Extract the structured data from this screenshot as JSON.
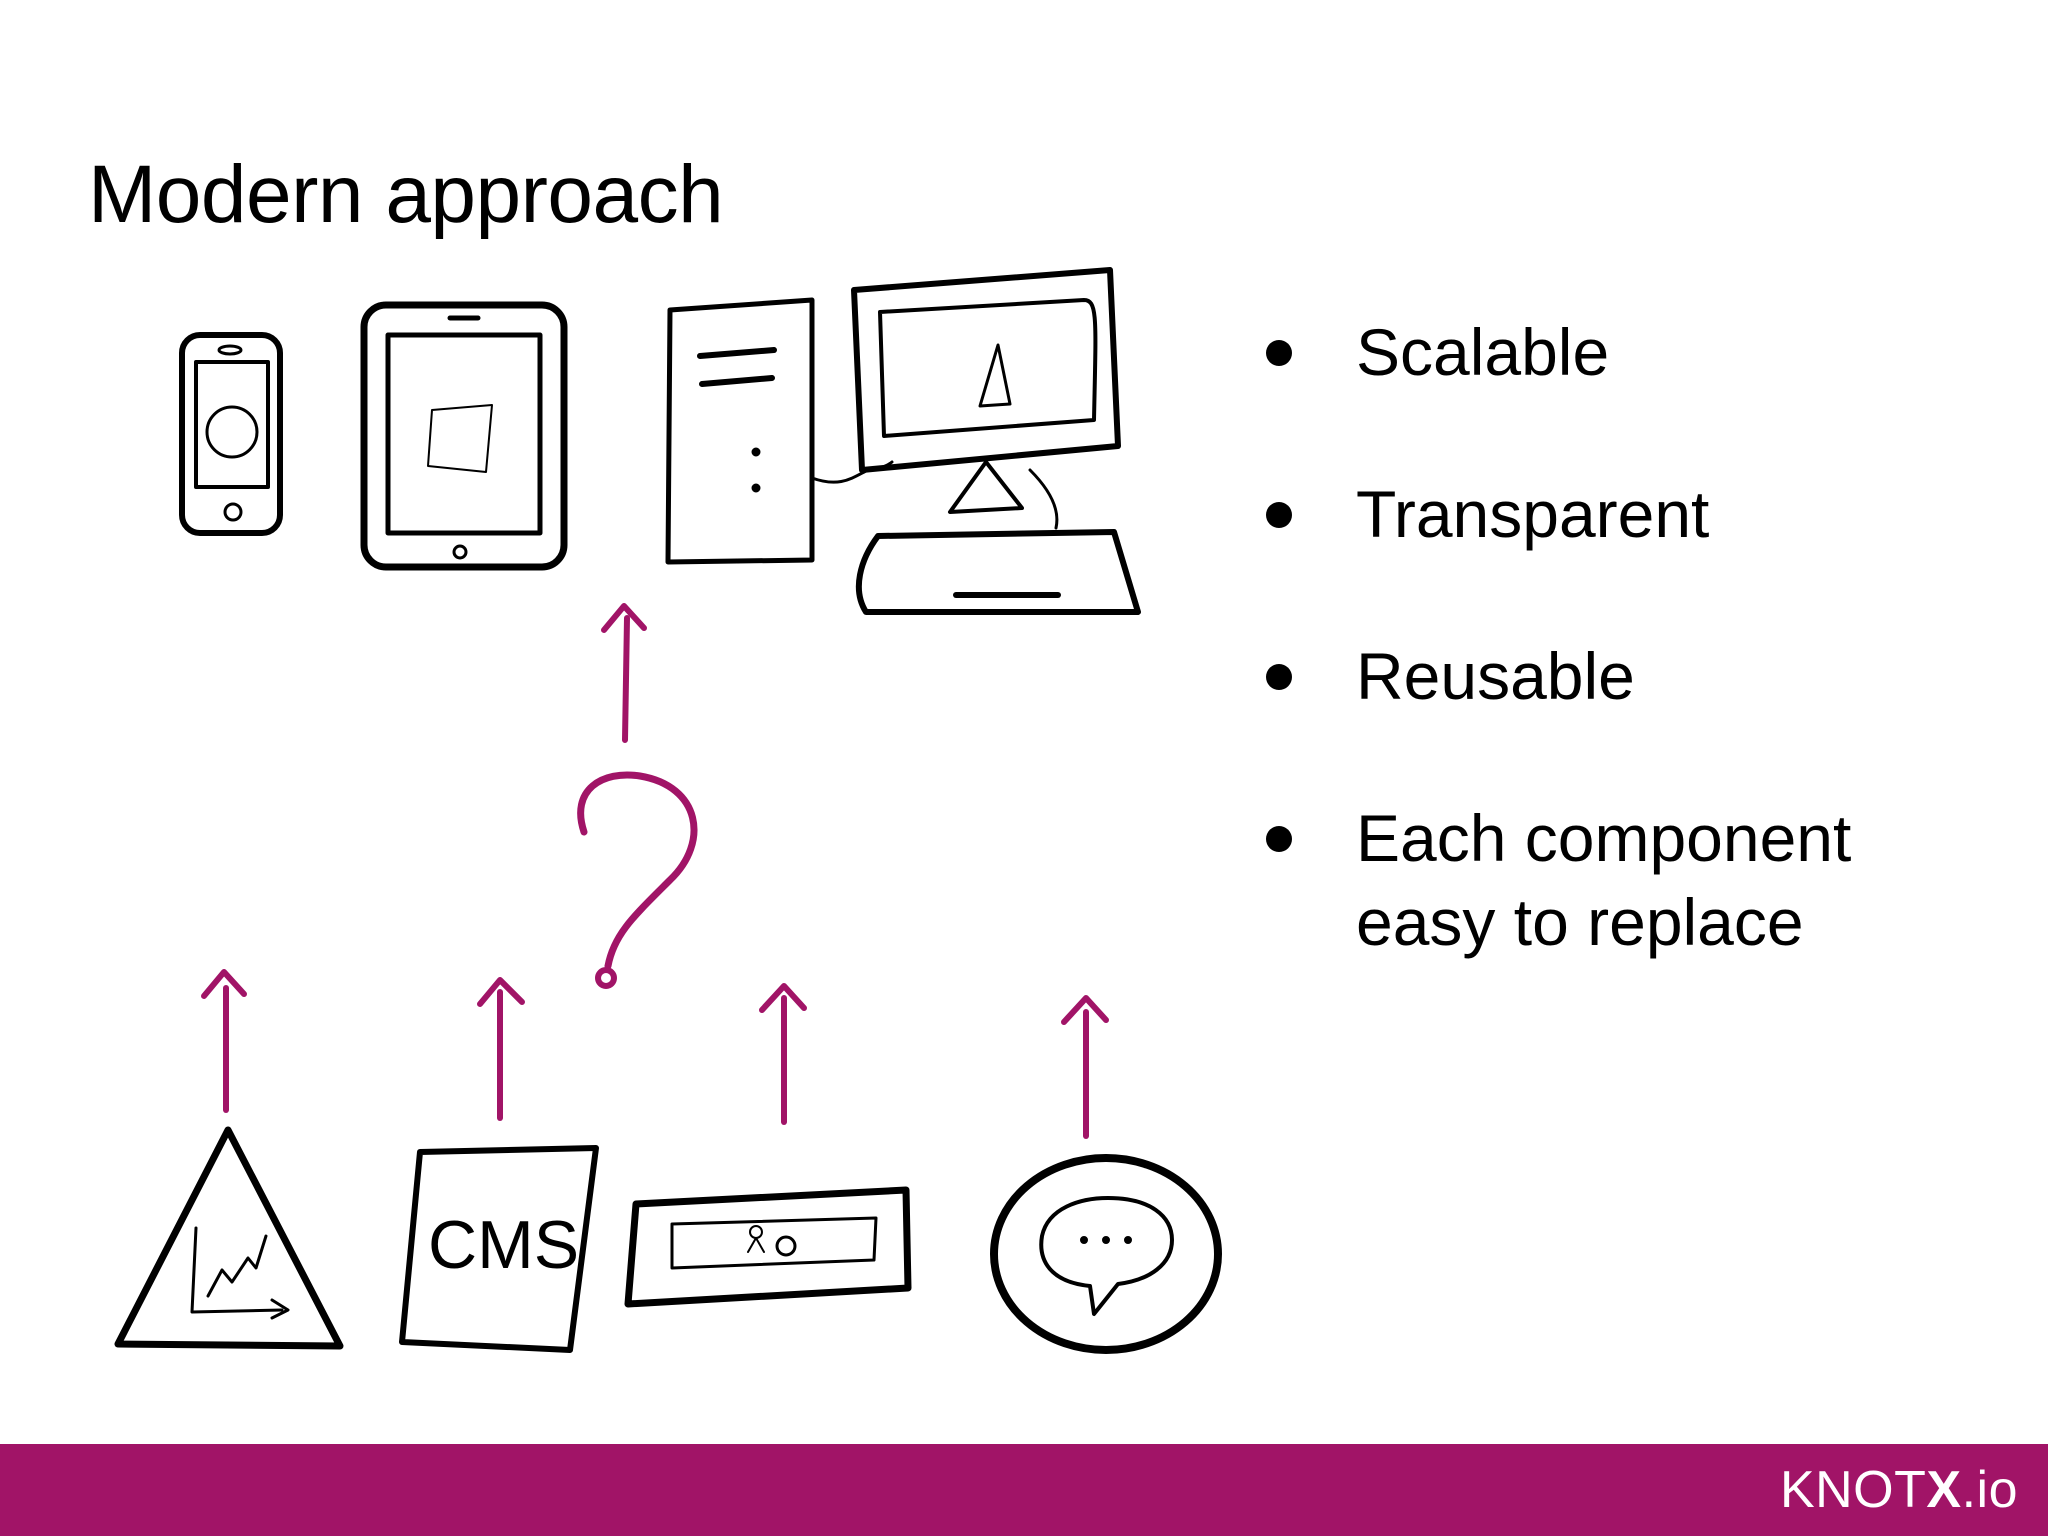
{
  "slide": {
    "title": "Modern approach"
  },
  "bullets": [
    {
      "text": "Scalable"
    },
    {
      "text": "Transparent"
    },
    {
      "text": "Reusable"
    },
    {
      "text": "Each component easy to replace"
    }
  ],
  "illustration": {
    "devices": [
      "phone-icon",
      "tablet-icon",
      "desktop-tower-icon",
      "monitor-icon",
      "keyboard-icon"
    ],
    "center_symbol": "question-mark-icon",
    "components": [
      {
        "icon": "analytics-triangle-icon"
      },
      {
        "icon": "cms-document-icon",
        "label": "CMS"
      },
      {
        "icon": "admin-panel-icon"
      },
      {
        "icon": "chat-bubble-icon"
      }
    ]
  },
  "footer": {
    "logo_regular_1": "KNOT",
    "logo_bold": "X",
    "logo_regular_2": ".io"
  },
  "colors": {
    "accent": "#a11467",
    "ink": "#000000",
    "background": "#ffffff"
  }
}
